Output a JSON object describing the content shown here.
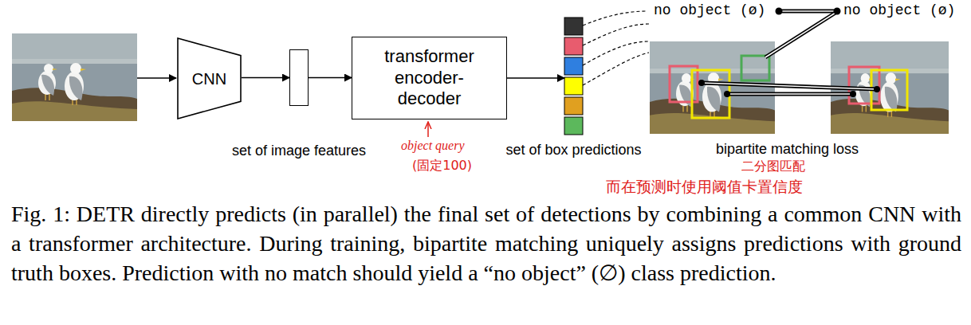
{
  "diagram": {
    "caption": "Fig. 1: DETR directly predicts (in parallel) the final set of detections by combining a common CNN with a transformer architecture. During training, bipartite matching uniquely assigns predictions with ground truth boxes. Prediction with no match should yield a “no object” (∅) class prediction.",
    "nodes": [
      {
        "text": [
          "CNN"
        ]
      },
      {
        "text": [
          "set of image features"
        ]
      },
      {
        "text": [
          "transformer encoder- decoder"
        ]
      },
      {
        "text": [
          "set of box predictions"
        ]
      }
    ],
    "edges": [
      {
        "from": 0,
        "to": 1,
        "arrow": "to"
      },
      {
        "from": 1,
        "to": 2,
        "arrow": "to"
      },
      {
        "from": 2,
        "to": 3,
        "arrow": "to"
      }
    ],
    "labels": [
      "no object (ø)",
      "no object (ø)",
      "bipartite matching loss",
      "object query",
      "(固定100)",
      "二分图匹配",
      "而在预测时使用阈值卡置信度"
    ]
  }
}
